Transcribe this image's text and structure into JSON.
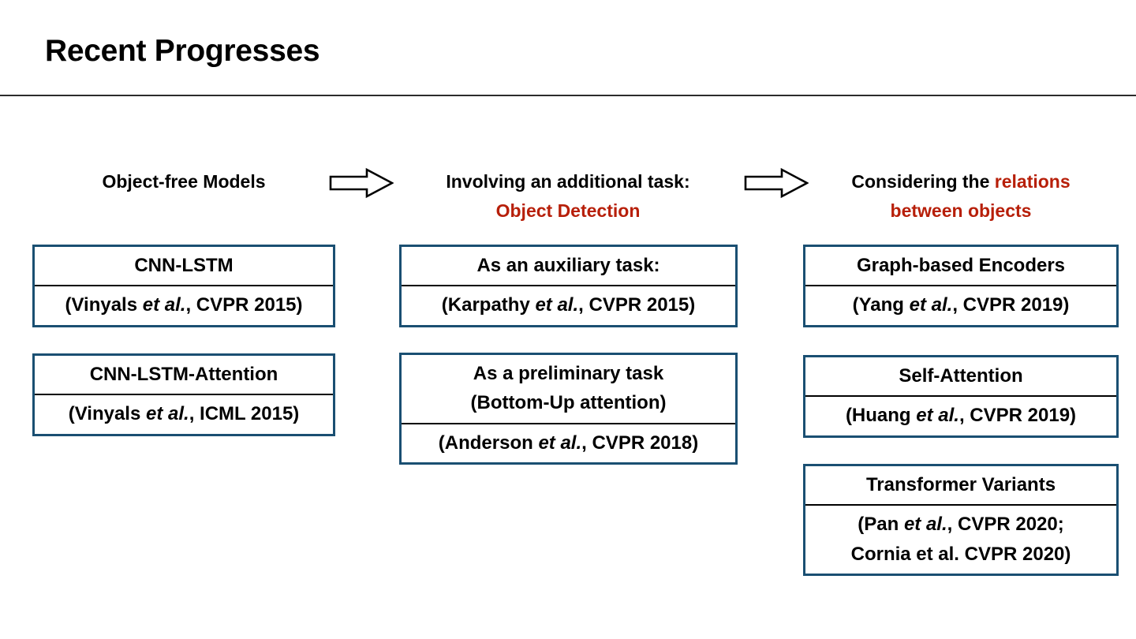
{
  "slide": {
    "title": "Recent Progresses",
    "accent_border_color": "#1a4f72",
    "highlight_color": "#b71f09",
    "text_color": "#000000",
    "background_color": "#ffffff"
  },
  "columns": [
    {
      "id": "object-free-models",
      "header": {
        "line1_plain": "Object-free Models",
        "line1_highlight": "",
        "line2_plain": "",
        "line2_highlight": ""
      },
      "cards": [
        {
          "id": "cnn-lstm",
          "cells": [
            {
              "lines": [
                {
                  "pre": "CNN-LSTM",
                  "em": "",
                  "post": ""
                }
              ]
            },
            {
              "lines": [
                {
                  "pre": "(Vinyals ",
                  "em": "et al.",
                  "post": ", CVPR 2015)"
                }
              ]
            }
          ]
        },
        {
          "id": "cnn-lstm-attention",
          "cells": [
            {
              "lines": [
                {
                  "pre": "CNN-LSTM-Attention",
                  "em": "",
                  "post": ""
                }
              ]
            },
            {
              "lines": [
                {
                  "pre": "(Vinyals ",
                  "em": "et al.",
                  "post": ", ICML 2015)"
                }
              ]
            }
          ]
        }
      ]
    },
    {
      "id": "object-detection",
      "header": {
        "line1_plain": "Involving an additional task:",
        "line1_highlight": "",
        "line2_plain": "",
        "line2_highlight": "Object Detection"
      },
      "cards": [
        {
          "id": "auxiliary-task",
          "cells": [
            {
              "lines": [
                {
                  "pre": "As an auxiliary task:",
                  "em": "",
                  "post": ""
                }
              ]
            },
            {
              "lines": [
                {
                  "pre": "(Karpathy ",
                  "em": "et al.",
                  "post": ", CVPR 2015)"
                }
              ]
            }
          ]
        },
        {
          "id": "preliminary-task",
          "cells": [
            {
              "lines": [
                {
                  "pre": "As a preliminary task",
                  "em": "",
                  "post": ""
                },
                {
                  "pre": "(Bottom-Up attention)",
                  "em": "",
                  "post": ""
                }
              ]
            },
            {
              "lines": [
                {
                  "pre": "(Anderson ",
                  "em": "et al.",
                  "post": ", CVPR 2018)"
                }
              ]
            }
          ]
        }
      ]
    },
    {
      "id": "object-relations",
      "header": {
        "line1_plain": "Considering the ",
        "line1_highlight": "relations",
        "line2_plain": "",
        "line2_highlight": "between objects"
      },
      "cards": [
        {
          "id": "graph-based-encoders",
          "cells": [
            {
              "lines": [
                {
                  "pre": "Graph-based Encoders",
                  "em": "",
                  "post": ""
                }
              ]
            },
            {
              "lines": [
                {
                  "pre": "(Yang ",
                  "em": "et al.",
                  "post": ", CVPR 2019)"
                }
              ]
            }
          ]
        },
        {
          "id": "self-attention",
          "cells": [
            {
              "lines": [
                {
                  "pre": "Self-Attention",
                  "em": "",
                  "post": ""
                }
              ]
            },
            {
              "lines": [
                {
                  "pre": "(Huang ",
                  "em": "et al.",
                  "post": ", CVPR 2019)"
                }
              ]
            }
          ]
        },
        {
          "id": "transformer-variants",
          "cells": [
            {
              "lines": [
                {
                  "pre": "Transformer Variants",
                  "em": "",
                  "post": ""
                }
              ]
            },
            {
              "lines": [
                {
                  "pre": "(Pan ",
                  "em": "et al.",
                  "post": ", CVPR 2020;"
                },
                {
                  "pre": "Cornia et al. CVPR 2020)",
                  "em": "",
                  "post": ""
                }
              ]
            }
          ]
        }
      ]
    }
  ],
  "arrows": [
    {
      "id": "arrow-1",
      "name": "right-arrow-icon"
    },
    {
      "id": "arrow-2",
      "name": "right-arrow-icon"
    }
  ]
}
